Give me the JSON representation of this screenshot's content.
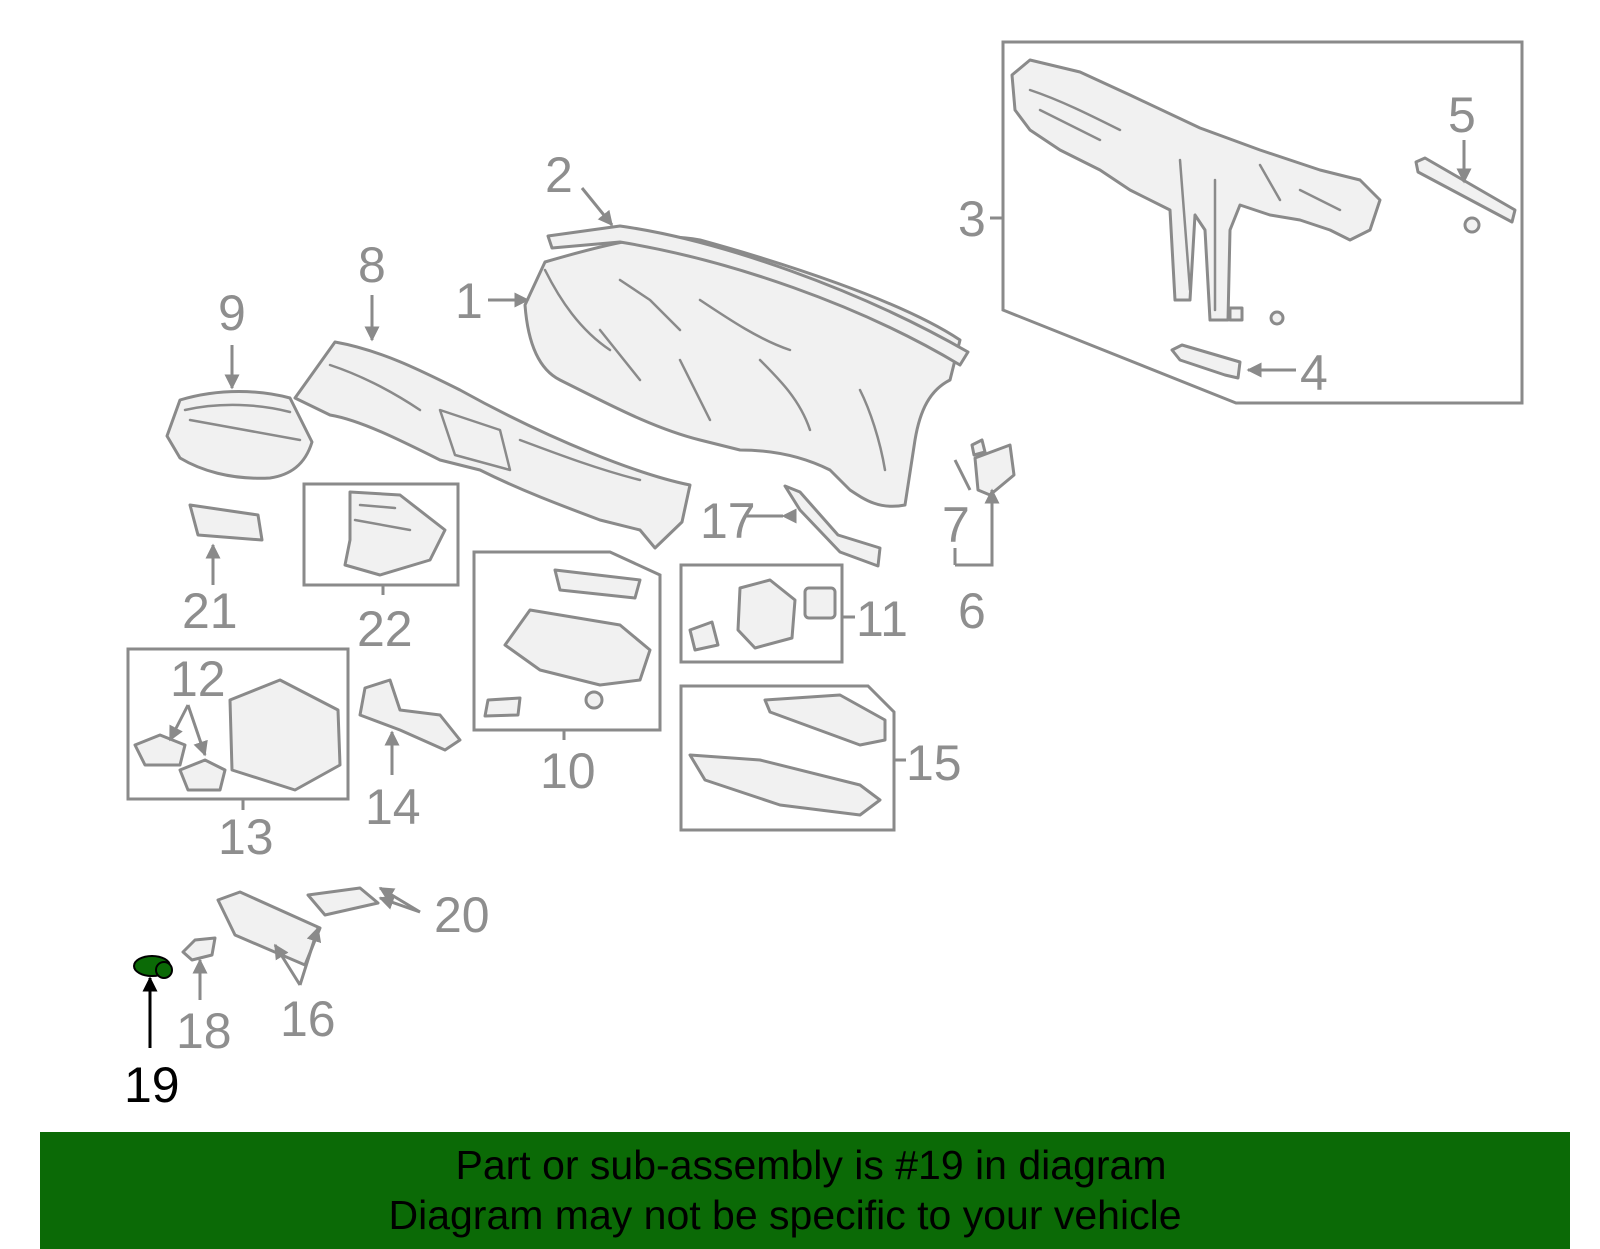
{
  "diagram": {
    "highlight_part": "19",
    "highlight_color": "#0b6a06",
    "callouts": {
      "c1": "1",
      "c2": "2",
      "c3": "3",
      "c4": "4",
      "c5": "5",
      "c6": "6",
      "c7": "7",
      "c8": "8",
      "c9": "9",
      "c10": "10",
      "c11": "11",
      "c12": "12",
      "c13": "13",
      "c14": "14",
      "c15": "15",
      "c16": "16",
      "c17": "17",
      "c18": "18",
      "c19": "19",
      "c20": "20",
      "c21": "21",
      "c22": "22"
    }
  },
  "banner": {
    "line1": "Part or sub-assembly is #19 in diagram",
    "line2": "Diagram may not be specific to your vehicle",
    "background": "#0b6a06"
  }
}
